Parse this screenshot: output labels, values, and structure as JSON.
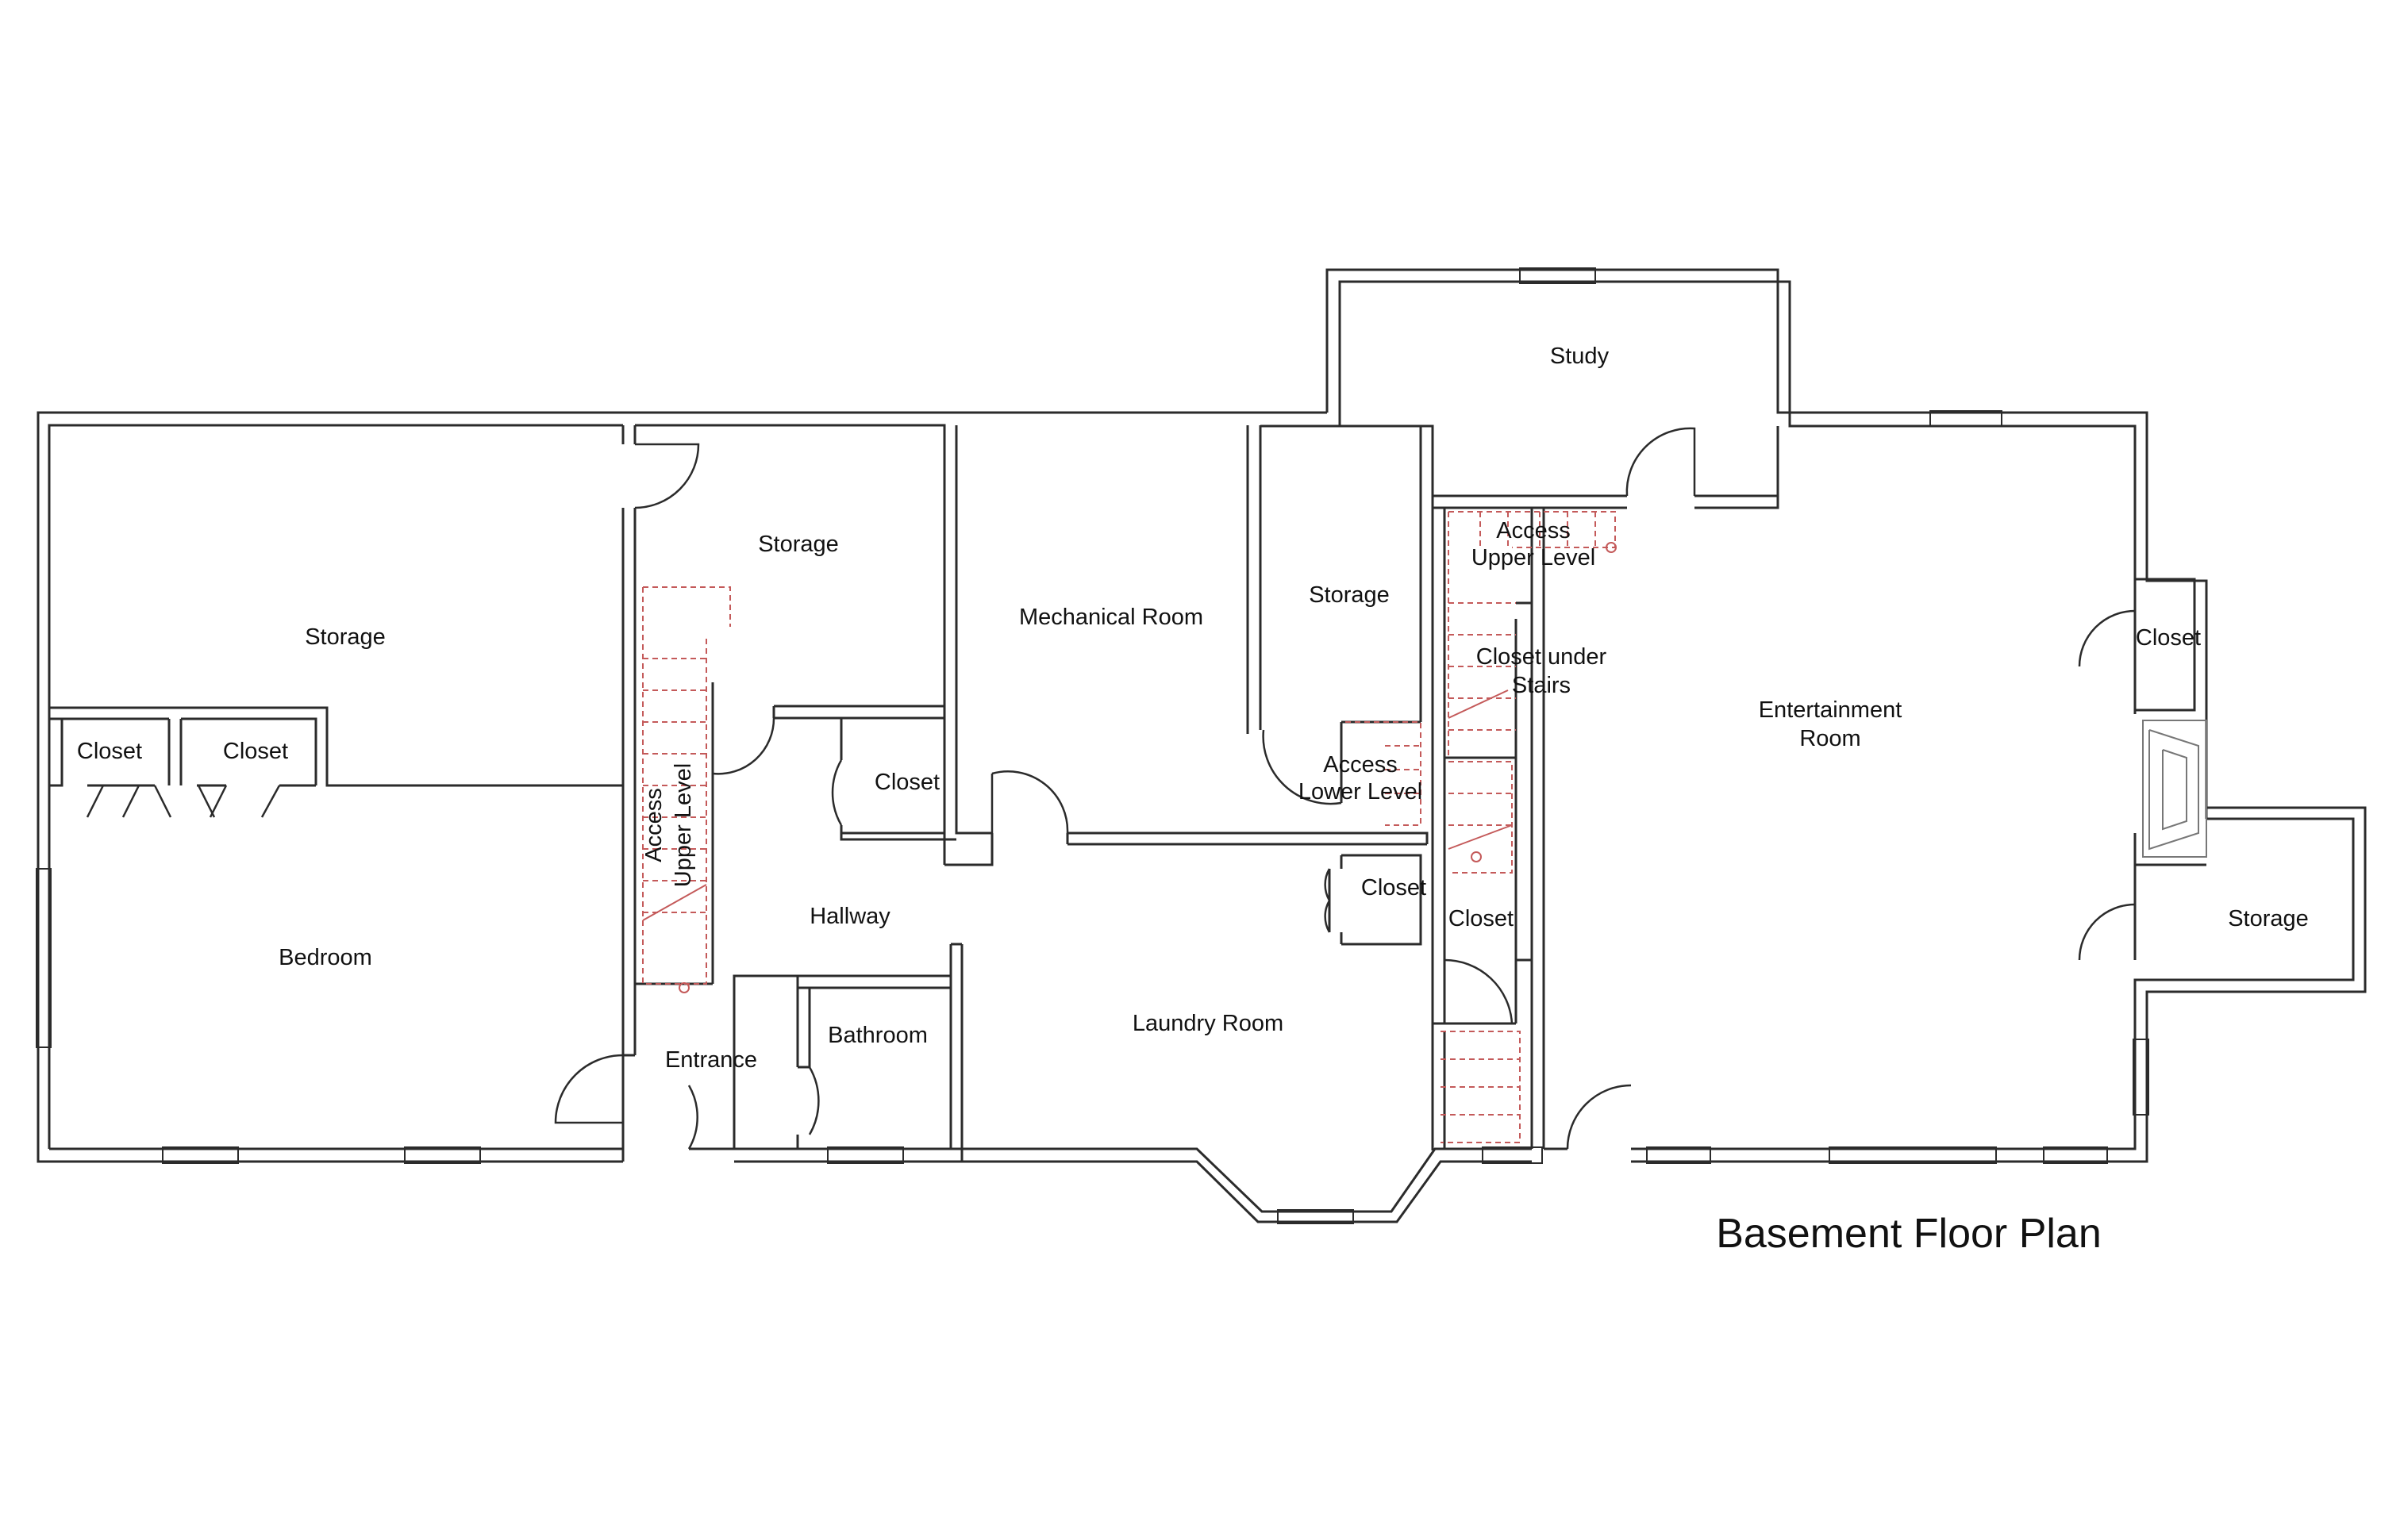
{
  "plan_title": "Basement Floor Plan",
  "rooms": {
    "study": "Study",
    "storage_large": "Storage",
    "closet_left_1": "Closet",
    "closet_left_2": "Closet",
    "bedroom": "Bedroom",
    "storage_center": "Storage",
    "access_upper_left_1": "Access",
    "access_upper_left_2": "Upper Level",
    "closet_center": "Closet",
    "hallway": "Hallway",
    "entrance": "Entrance",
    "bathroom": "Bathroom",
    "mechanical_room": "Mechanical Room",
    "laundry_room": "Laundry Room",
    "storage_right": "Storage",
    "access_lower_1": "Access",
    "access_lower_2": "Lower Level",
    "closet_laundry": "Closet",
    "access_upper_right_1": "Access",
    "access_upper_right_2": "Upper Level",
    "closet_under_stairs_1": "Closet under",
    "closet_under_stairs_2": "Stairs",
    "closet_stair": "Closet",
    "entertainment_1": "Entertainment",
    "entertainment_2": "Room",
    "closet_ent": "Closet",
    "storage_ent": "Storage"
  },
  "colors": {
    "wall": "#2b2b2b",
    "stairs": "#c45a5a"
  }
}
